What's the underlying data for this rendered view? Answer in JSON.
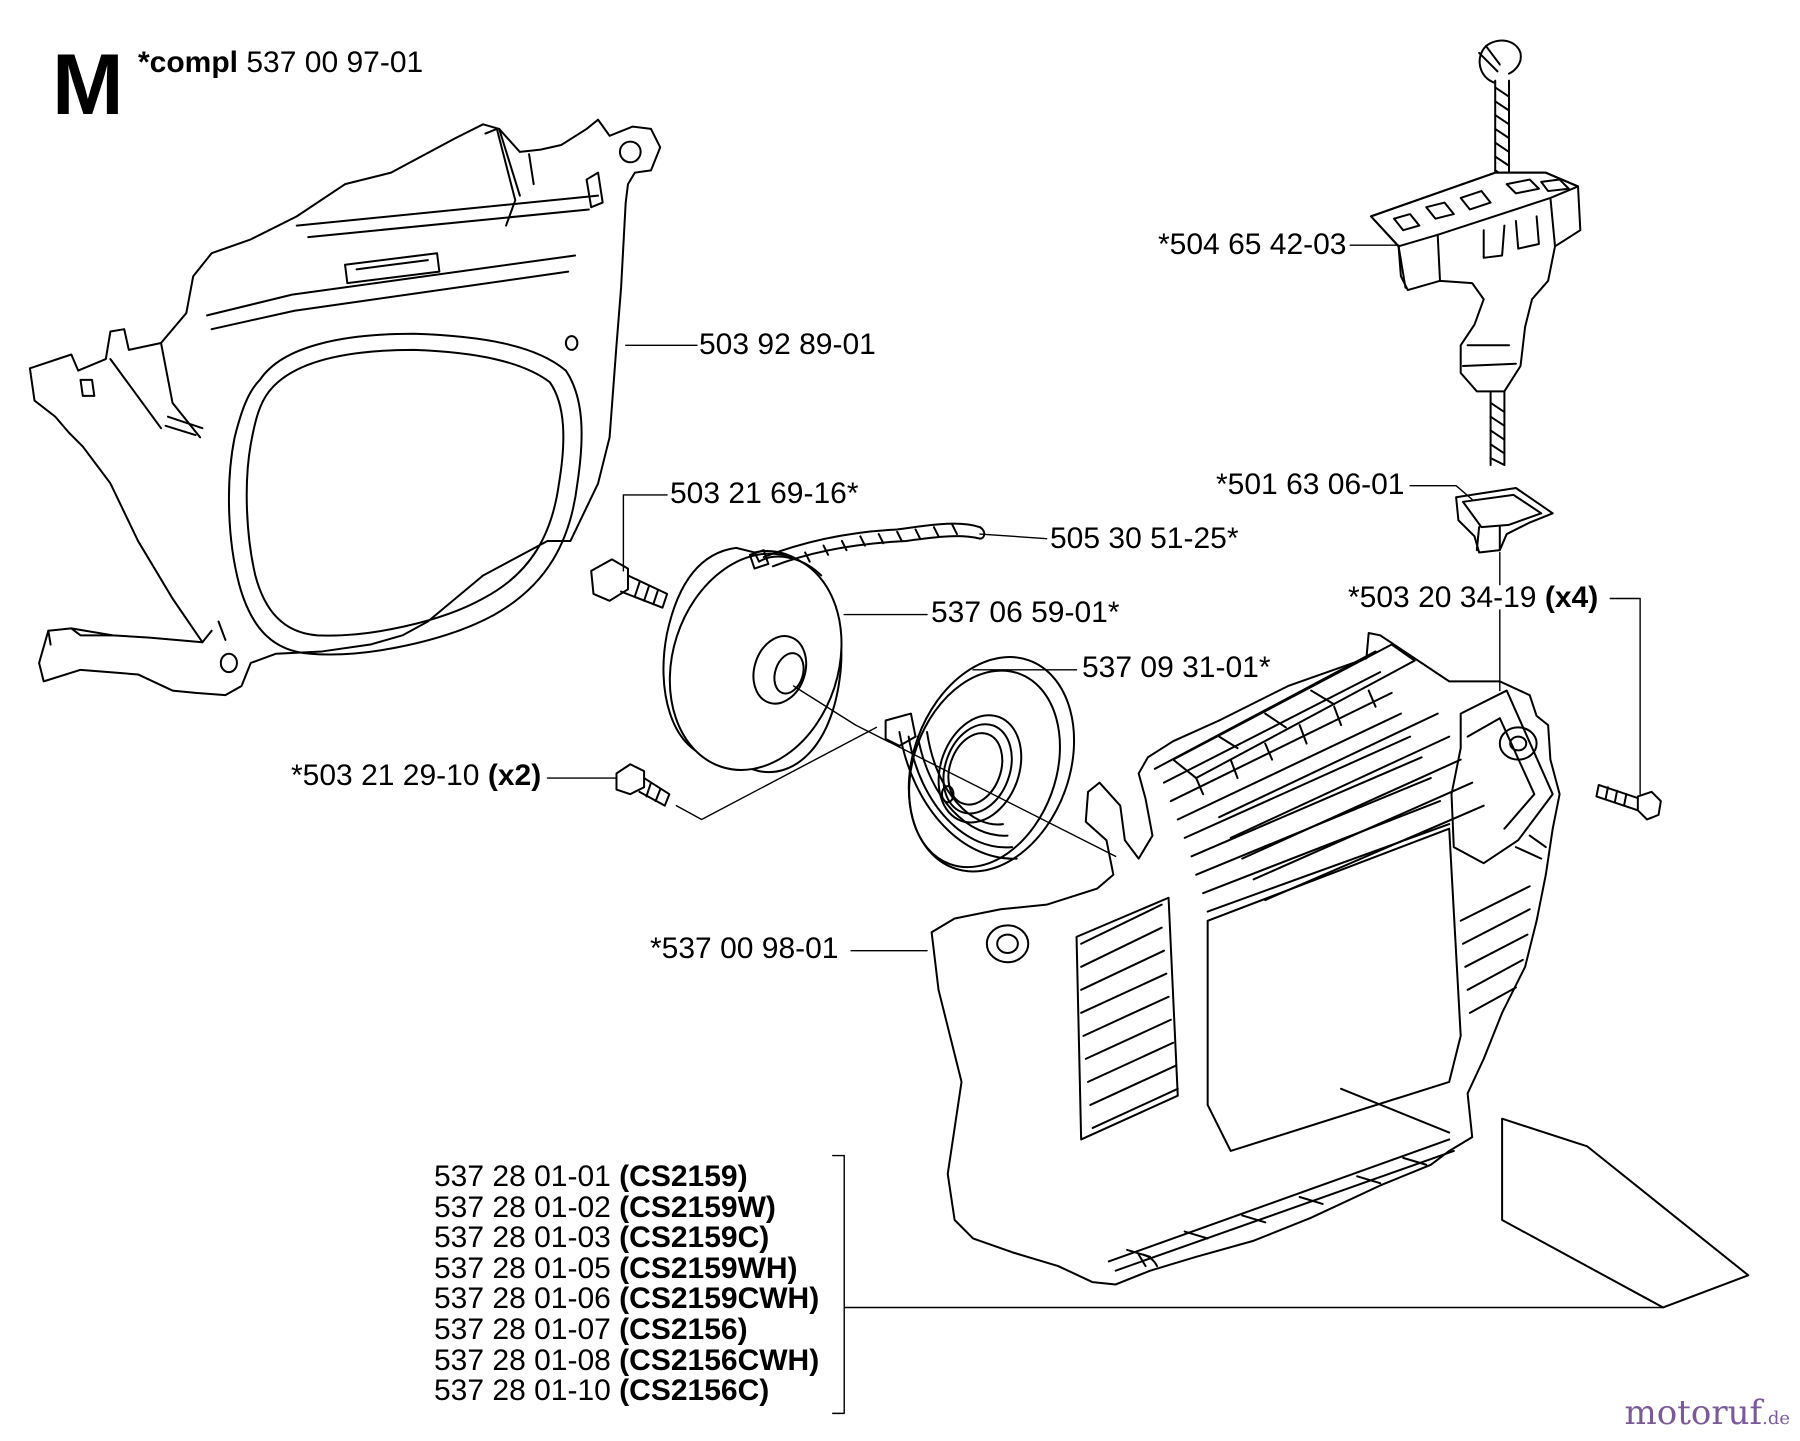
{
  "section": {
    "letter": "M",
    "compl_prefix": "*compl",
    "compl_number": "537 00 97-01"
  },
  "callouts": {
    "cover_bracket": "503 92 89-01",
    "handle": "*504 65 42-03",
    "rope_guide": "*501 63 06-01",
    "screw_x4_num": "*503 20 34-19",
    "screw_x4_qty": "(x4)",
    "shoulder_screw": "503 21 69-16*",
    "starter_rope": "505 30 51-25*",
    "rope_pulley": "537 06 59-01*",
    "spring_cassette": "537 09 31-01*",
    "screw_x2_num": "*503 21 29-10",
    "screw_x2_qty": "(x2)",
    "starter_cover": "*537 00 98-01"
  },
  "variants": [
    {
      "number": "537 28 01-01",
      "model": "(CS2159)"
    },
    {
      "number": "537 28 01-02",
      "model": "(CS2159W)"
    },
    {
      "number": "537 28 01-03",
      "model": "(CS2159C)"
    },
    {
      "number": "537 28 01-05",
      "model": "(CS2159WH)"
    },
    {
      "number": "537 28 01-06",
      "model": "(CS2159CWH)"
    },
    {
      "number": "537 28 01-07",
      "model": "(CS2156)"
    },
    {
      "number": "537 28 01-08",
      "model": "(CS2156CWH)"
    },
    {
      "number": "537 28 01-10",
      "model": "(CS2156C)"
    }
  ],
  "watermark": {
    "brand": "motoruf",
    "domain": ".de"
  }
}
